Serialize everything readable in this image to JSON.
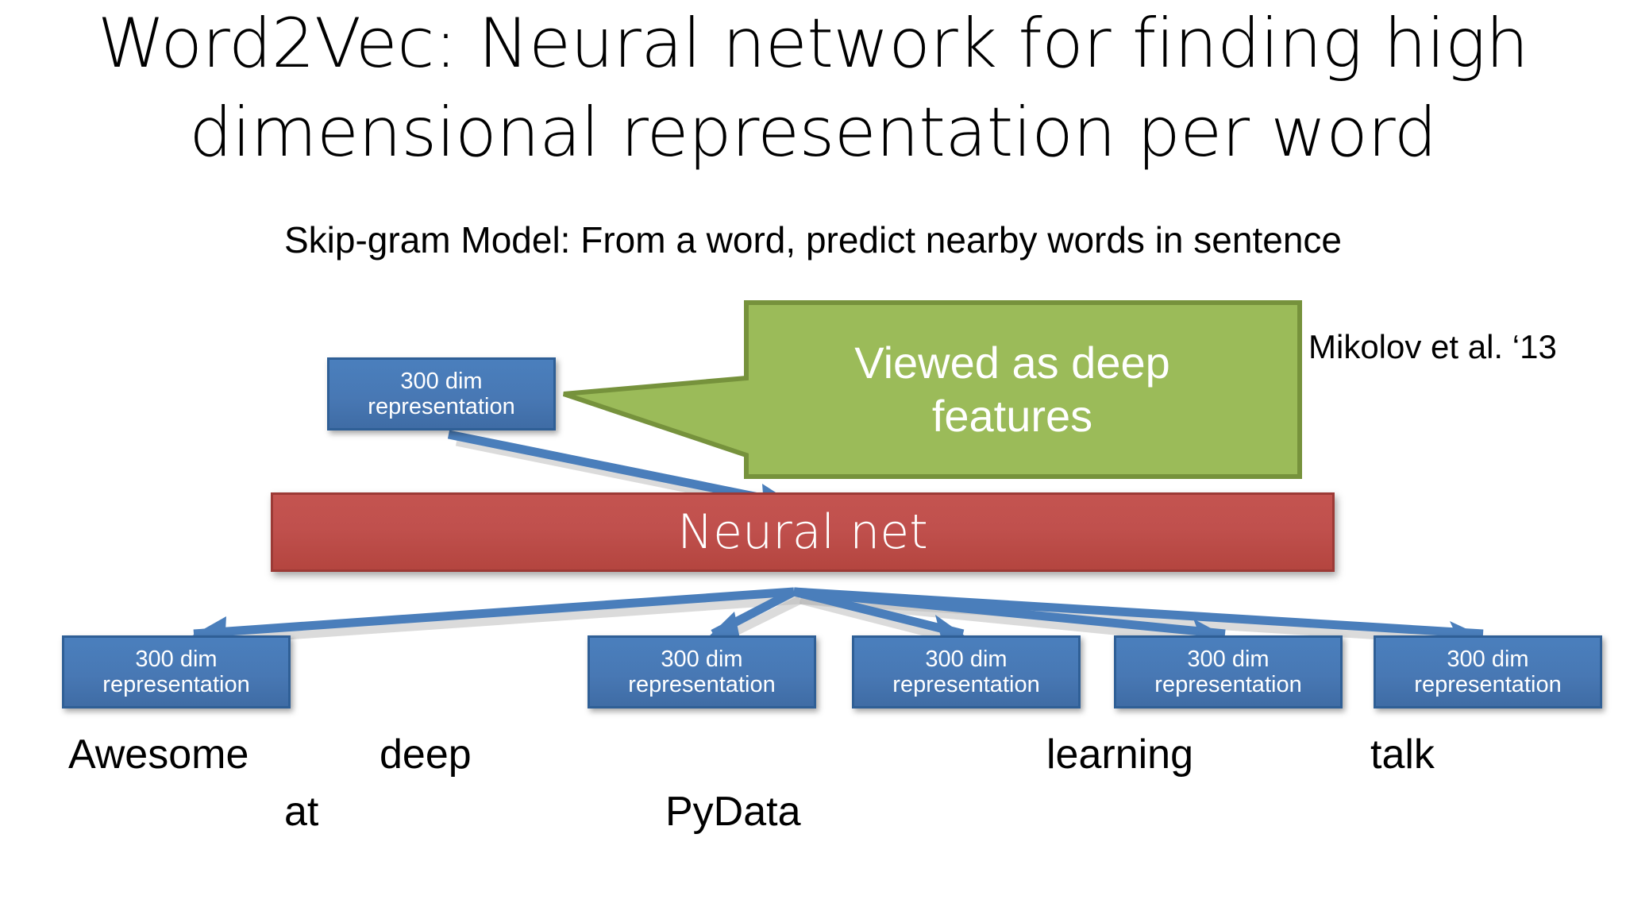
{
  "slide": {
    "title_line_1": "Word2Vec: Neural network for finding high",
    "title_line_2": "dimensional representation per word",
    "subtitle": "Skip-gram Model: From a word, predict nearby words in sentence",
    "citation": "Mikolov et al. ‘13"
  },
  "colors": {
    "blue_fill": "#4878b4",
    "blue_border": "#2f5f96",
    "red_fill": "#c0504d",
    "red_border": "#9c3a36",
    "green_fill": "#9bbb59",
    "green_border": "#76923c",
    "arrow": "#4a7ebb",
    "text_light": "#ffffff",
    "text_dark": "#000000"
  },
  "callout": {
    "line_1": "Viewed as deep",
    "line_2": "features"
  },
  "neural_net": {
    "label": "Neural net"
  },
  "input_box": {
    "line_1": "300 dim",
    "line_2": "representation"
  },
  "output_boxes": [
    {
      "line_1": "300 dim",
      "line_2": "representation"
    },
    {
      "line_1": "300 dim",
      "line_2": "representation"
    },
    {
      "line_1": "300 dim",
      "line_2": "representation"
    },
    {
      "line_1": "300 dim",
      "line_2": "representation"
    },
    {
      "line_1": "300 dim",
      "line_2": "representation"
    }
  ],
  "words": [
    {
      "text": "Awesome"
    },
    {
      "text": "at"
    },
    {
      "text": "deep"
    },
    {
      "text": "PyData"
    },
    {
      "text": "learning"
    },
    {
      "text": "talk"
    }
  ]
}
